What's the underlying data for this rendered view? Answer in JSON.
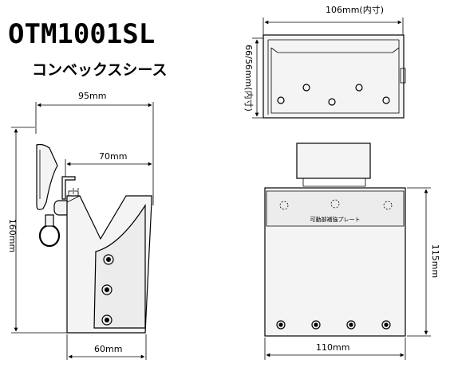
{
  "title": "OTM1001SL",
  "subtitle": "コンベックスシース",
  "dimensions": {
    "side_top_width": "95mm",
    "side_mid_width": "70mm",
    "side_bottom_width": "60mm",
    "side_height": "160mm",
    "top_view_width": "106mm(内寸)",
    "top_view_depth": "66/56mm(内寸)",
    "front_width": "110mm",
    "front_height": "115mm"
  },
  "plate_label": "可動部補強プレート",
  "colors": {
    "line": "#000000",
    "paper": "#ffffff",
    "fill": "#f4f4f4"
  }
}
